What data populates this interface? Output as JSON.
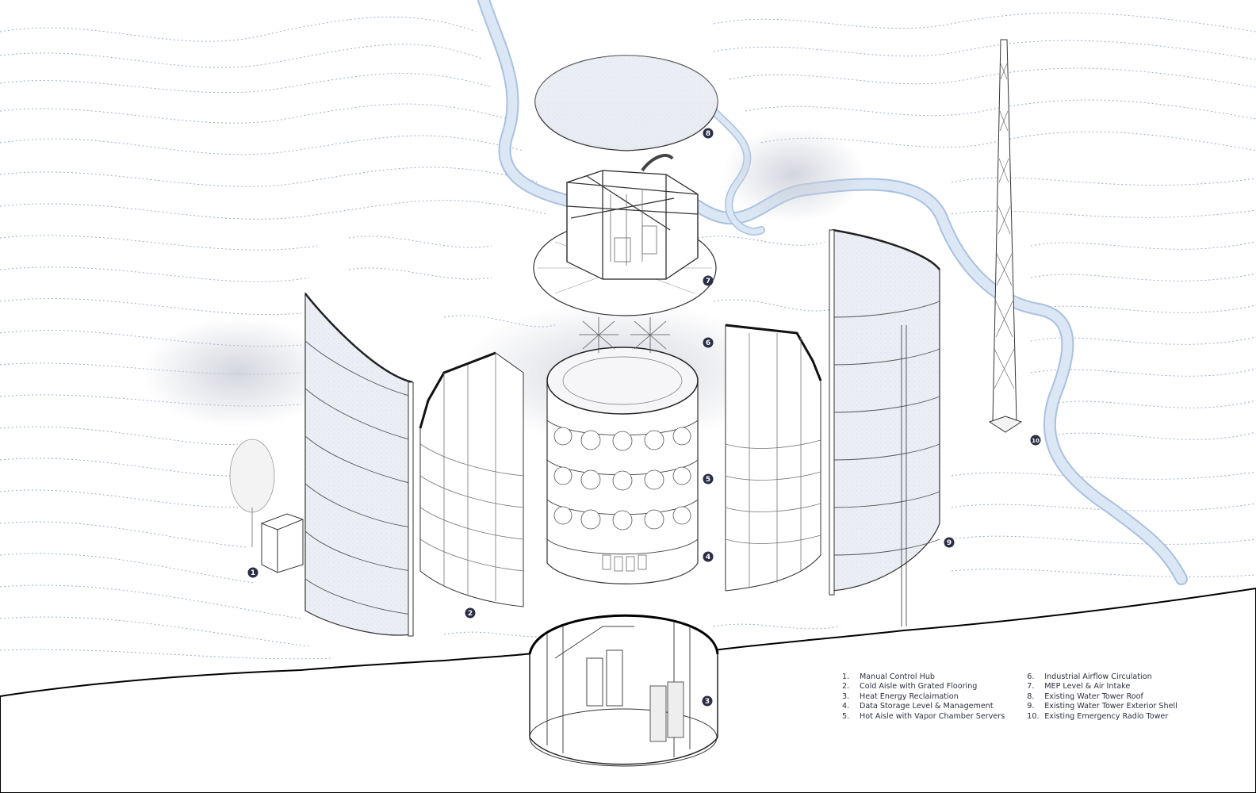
{
  "callouts": [
    "1",
    "2",
    "3",
    "4",
    "5",
    "6",
    "7",
    "8",
    "9",
    "10"
  ],
  "legend": {
    "column_1": [
      {
        "num": "1.",
        "label": "Manual Control Hub"
      },
      {
        "num": "2.",
        "label": "Cold Aisle with Grated Flooring"
      },
      {
        "num": "3.",
        "label": "Heat Energy Reclaimation"
      },
      {
        "num": "4.",
        "label": "Data Storage Level & Management"
      },
      {
        "num": "5.",
        "label": "Hot Aisle with Vapor Chamber Servers"
      }
    ],
    "column_2": [
      {
        "num": "6.",
        "label": "Industrial Airflow Circulation"
      },
      {
        "num": "7.",
        "label": "MEP Level & Air Intake"
      },
      {
        "num": "8.",
        "label": "Existing Water Tower Roof"
      },
      {
        "num": "9.",
        "label": "Existing Water Tower Exterior Shell"
      },
      {
        "num": "10.",
        "label": "Existing Emergency Radio Tower"
      }
    ]
  },
  "colors": {
    "contour": "#6f86b4",
    "river": "#dbe7f4",
    "river_edge": "#a9c1e0",
    "ink": "#2b2f45",
    "shell": "#eef0f6"
  }
}
